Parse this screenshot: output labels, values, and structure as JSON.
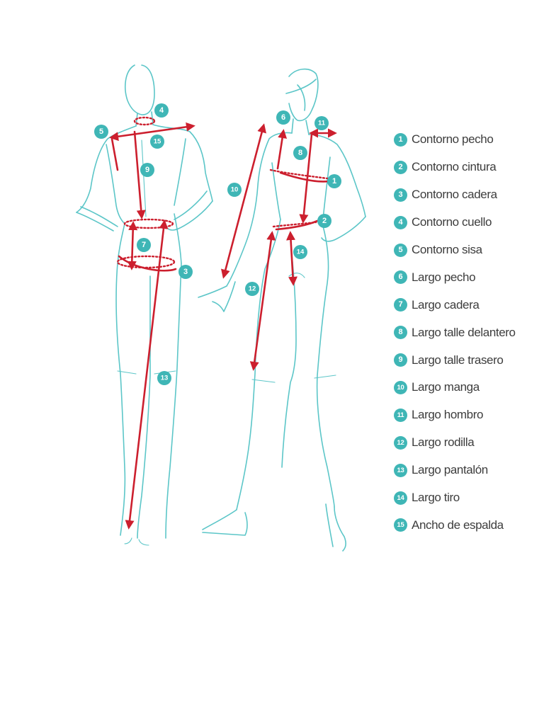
{
  "colors": {
    "figure_outline": "#5cc6c8",
    "measure_line": "#cc1f2e",
    "badge": "#3fb6b6",
    "text": "#3d3d3d",
    "background": "#ffffff"
  },
  "badges": {
    "back": [
      "4",
      "5",
      "15",
      "9",
      "7",
      "3",
      "13"
    ],
    "front": [
      "6",
      "11",
      "8",
      "10",
      "1",
      "2",
      "14",
      "12"
    ]
  },
  "legend": [
    {
      "num": "1",
      "label": "Contorno pecho"
    },
    {
      "num": "2",
      "label": "Contorno cintura"
    },
    {
      "num": "3",
      "label": "Contorno cadera"
    },
    {
      "num": "4",
      "label": "Contorno cuello"
    },
    {
      "num": "5",
      "label": "Contorno sisa"
    },
    {
      "num": "6",
      "label": "Largo pecho"
    },
    {
      "num": "7",
      "label": "Largo cadera"
    },
    {
      "num": "8",
      "label": "Largo talle delantero"
    },
    {
      "num": "9",
      "label": "Largo talle trasero"
    },
    {
      "num": "10",
      "label": "Largo manga"
    },
    {
      "num": "11",
      "label": "Largo hombro"
    },
    {
      "num": "12",
      "label": "Largo rodilla"
    },
    {
      "num": "13",
      "label": "Largo pantalón"
    },
    {
      "num": "14",
      "label": "Largo tiro"
    },
    {
      "num": "15",
      "label": "Ancho de espalda"
    }
  ]
}
